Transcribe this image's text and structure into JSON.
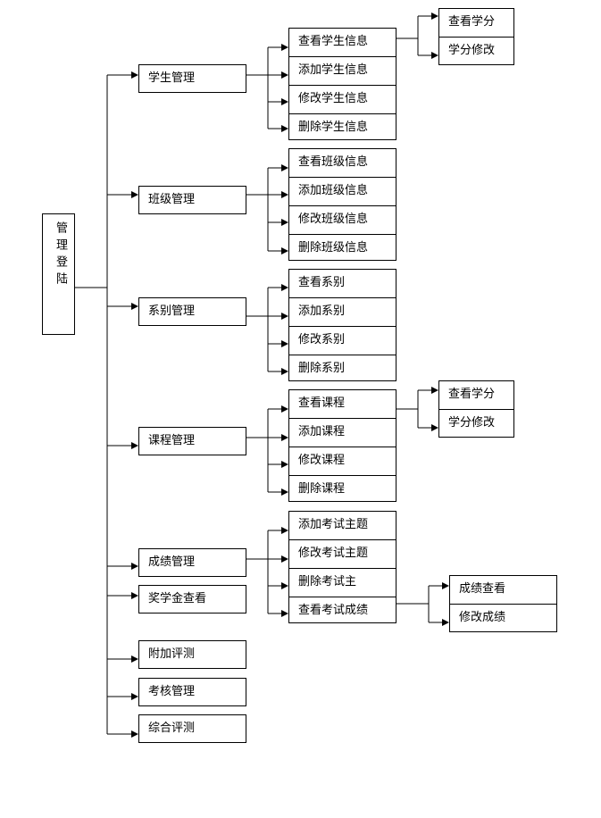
{
  "root": {
    "label": "管理登陆"
  },
  "modules": [
    {
      "label": "学生管理"
    },
    {
      "label": "班级管理"
    },
    {
      "label": "系别管理"
    },
    {
      "label": "课程管理"
    },
    {
      "label": "成绩管理"
    },
    {
      "label": "奖学金查看"
    },
    {
      "label": "附加评测"
    },
    {
      "label": "考核管理"
    },
    {
      "label": "综合评测"
    }
  ],
  "student_ops": [
    "查看学生信息",
    "添加学生信息",
    "修改学生信息",
    "删除学生信息"
  ],
  "class_ops": [
    "查看班级信息",
    "添加班级信息",
    "修改班级信息",
    "删除班级信息"
  ],
  "dept_ops": [
    "查看系别",
    "添加系别",
    "修改系别",
    "删除系别"
  ],
  "course_ops": [
    "查看课程",
    "添加课程",
    "修改课程",
    "删除课程"
  ],
  "score_ops": [
    "添加考试主题",
    "修改考试主题",
    "删除考试主",
    "查看考试成绩"
  ],
  "credit_ops_1": [
    "查看学分",
    "学分修改"
  ],
  "credit_ops_2": [
    "查看学分",
    "学分修改"
  ],
  "grade_ops": [
    "成绩查看",
    "修改成绩"
  ]
}
